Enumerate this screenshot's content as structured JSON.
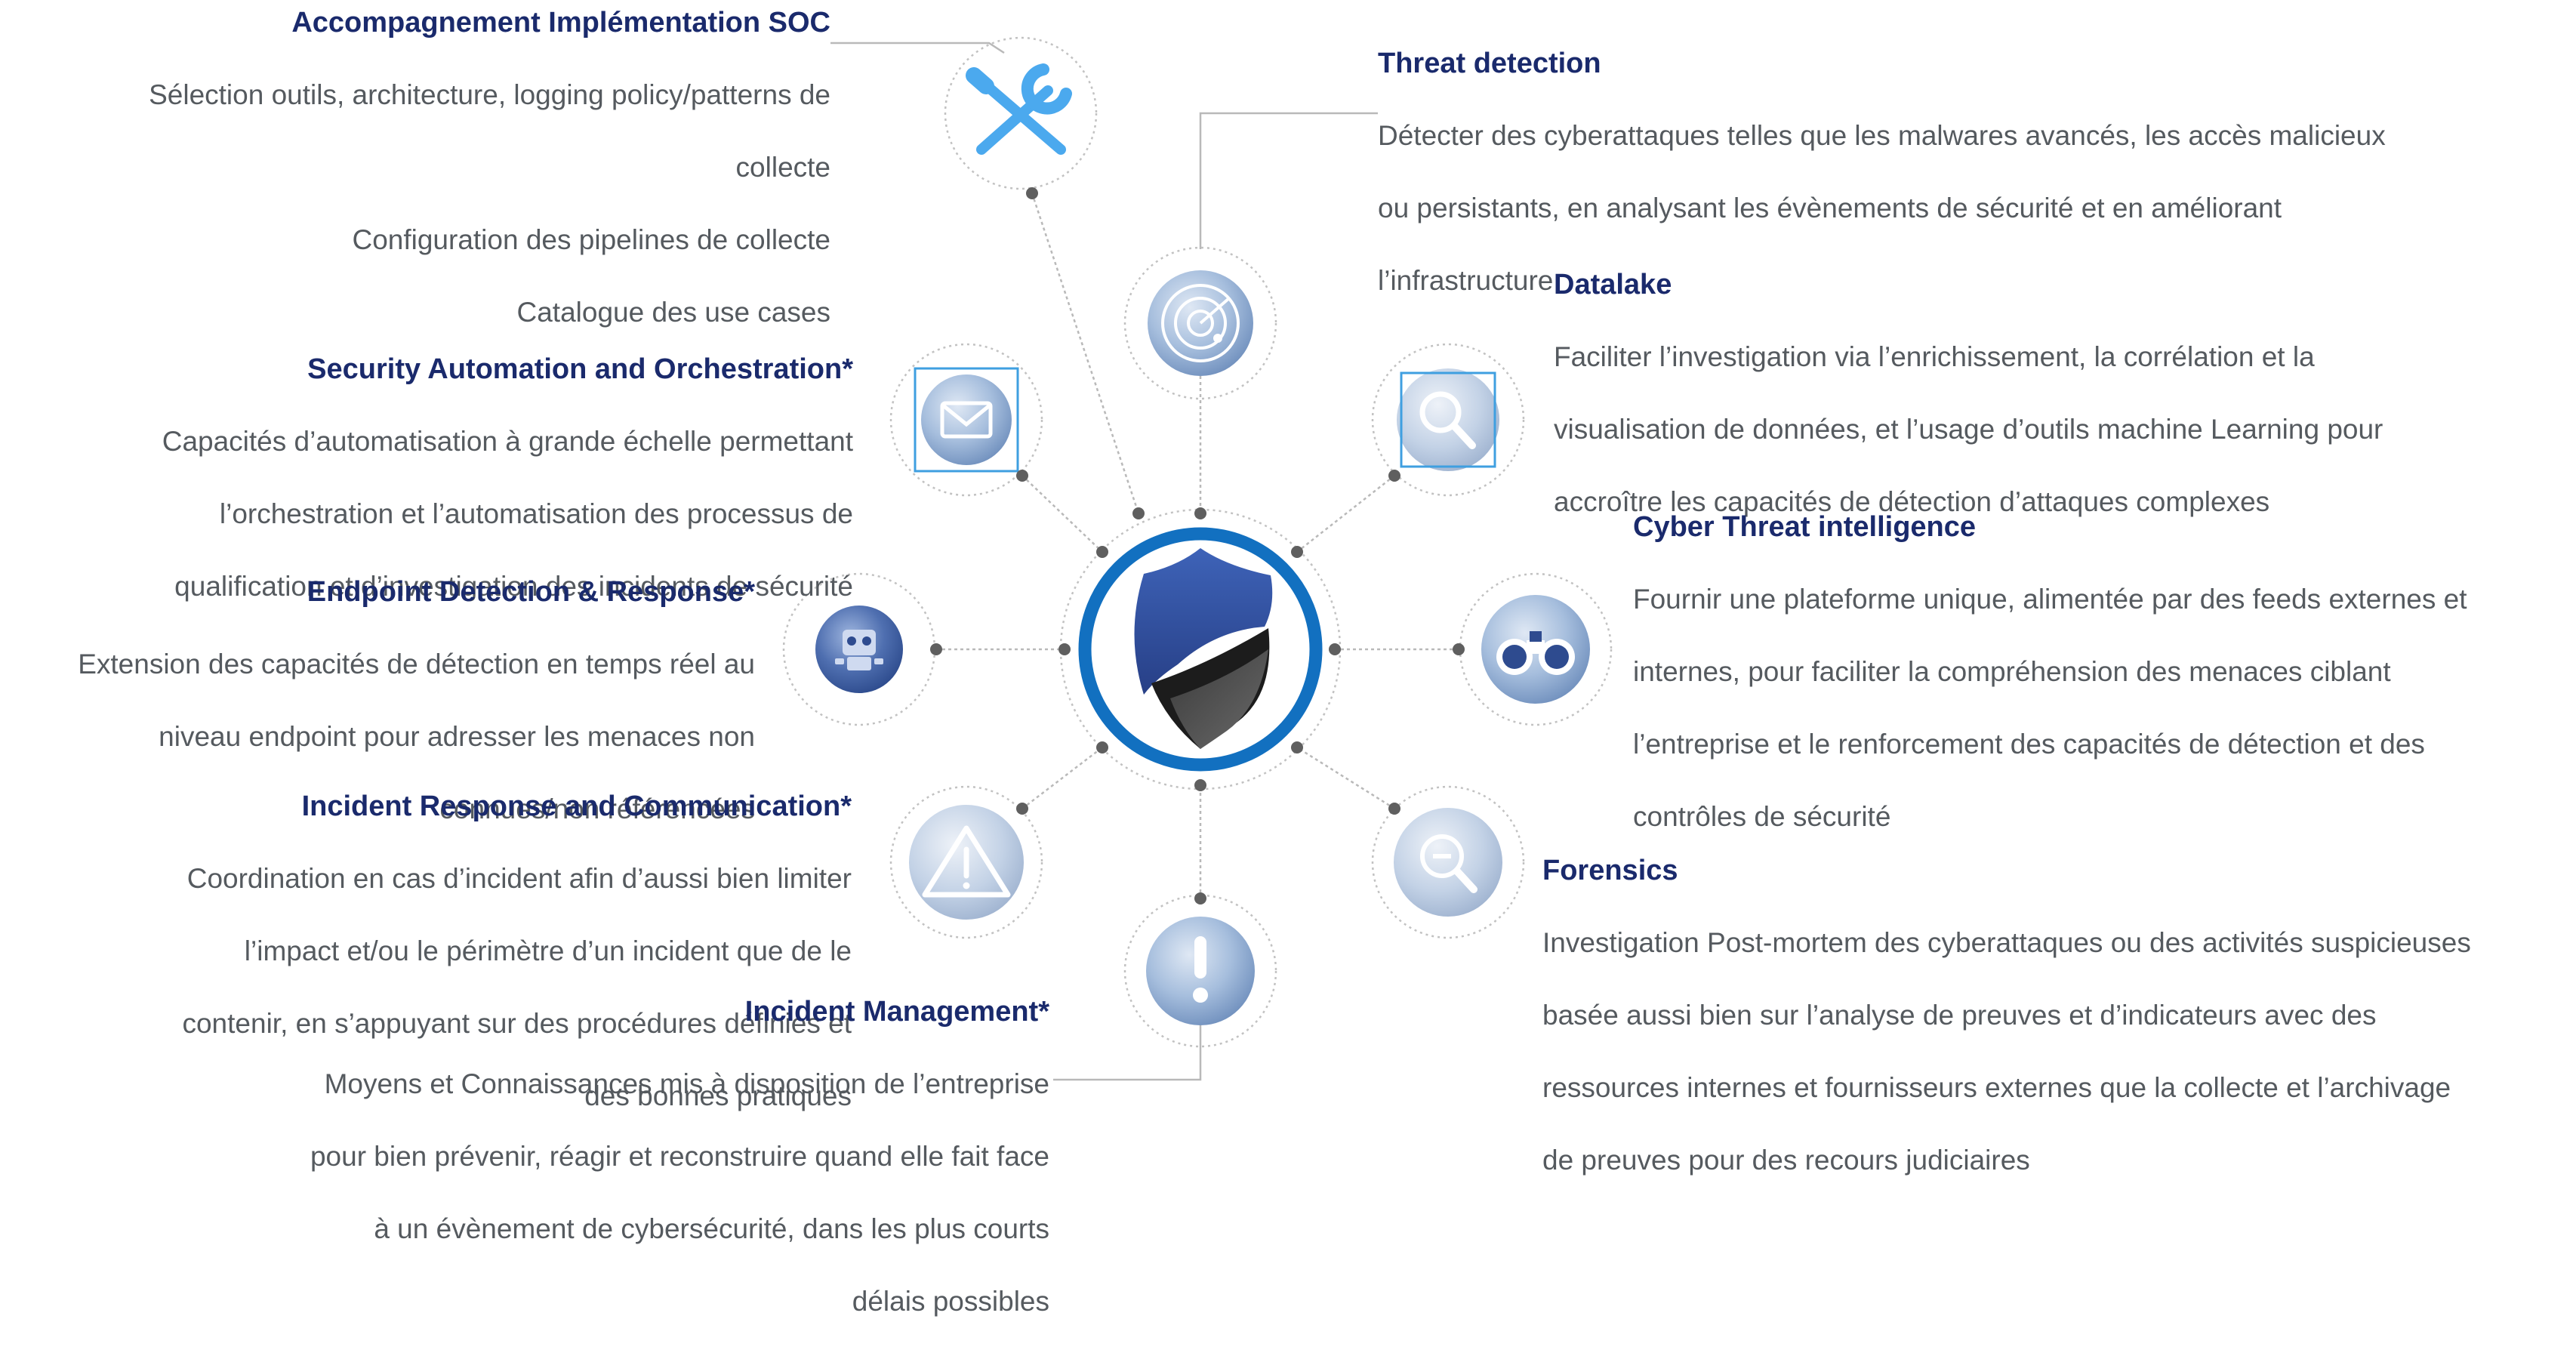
{
  "colors": {
    "title": "#1a2a6c",
    "body_text": "#555a5f",
    "connector": "#b9b9b9",
    "node_dot": "#5f5f5f",
    "ring_blue": "#1270c0",
    "icon_fill": "#93b0d6",
    "icon_dark": "#2e4b8f",
    "light_blue_icon": "#4ba9ee",
    "selection_box": "#3f9fe0"
  },
  "center": {
    "icon": "shield-icon"
  },
  "items": [
    {
      "key": "soc",
      "title": "Accompagnement Implémentation SOC",
      "lines": [
        "Sélection outils, architecture, logging policy/patterns de",
        "collecte",
        "Configuration des pipelines  de collecte",
        "Catalogue des use cases"
      ],
      "icon": "tools-icon"
    },
    {
      "key": "threat",
      "title": "Threat detection",
      "lines": [
        "Détecter des cyberattaques telles que les malwares avancés, les accès malicieux",
        "ou persistants, en analysant les évènements de sécurité et en améliorant",
        "l’infrastructure"
      ],
      "icon": "radar-icon"
    },
    {
      "key": "datalake",
      "title": "Datalake",
      "lines": [
        "Faciliter l’investigation  via l’enrichissement, la corrélation et la",
        "visualisation de données, et l’usage d’outils machine Learning pour",
        "accroître les capacités de détection d’attaques complexes"
      ],
      "icon": "magnifier-icon"
    },
    {
      "key": "soar",
      "title": "Security Automation and Orchestration*",
      "lines": [
        "Capacités d’automatisation à grande échelle permettant",
        "l’orchestration et l’automatisation des processus de",
        "qualification et d’investigation des incidents de sécurité"
      ],
      "icon": "envelope-icon"
    },
    {
      "key": "cti",
      "title": "Cyber Threat intelligence",
      "lines": [
        "Fournir une plateforme unique, alimentée par des feeds externes et",
        "internes, pour faciliter la compréhension des menaces ciblant",
        "l’entreprise et le renforcement des capacités de détection et des",
        "contrôles de sécurité"
      ],
      "icon": "binoculars-icon"
    },
    {
      "key": "edr",
      "title": "Endpoint Detection & Response*",
      "lines": [
        "Extension des capacités de détection en temps réel au",
        "niveau endpoint pour adresser les menaces non",
        "connues/non référencées"
      ],
      "icon": "robot-icon"
    },
    {
      "key": "irc",
      "title": "Incident Response and Communication*",
      "lines": [
        "Coordination  en cas d’incident afin d’aussi bien limiter",
        "l’impact et/ou le périmètre d’un incident que de le",
        "contenir, en s’appuyant sur des procédures définies et",
        "des bonnes pratiques"
      ],
      "icon": "warning-icon"
    },
    {
      "key": "forensics",
      "title": "Forensics",
      "lines": [
        "Investigation Post-mortem des cyberattaques ou des activités suspicieuses",
        "basée aussi bien sur l’analyse de preuves et d’indicateurs avec des",
        "ressources internes et fournisseurs externes que la collecte et l’archivage",
        "de preuves pour des recours judiciaires"
      ],
      "icon": "zoom-out-icon"
    },
    {
      "key": "im",
      "title": "Incident Management*",
      "lines": [
        "Moyens et Connaissances mis à disposition de l’entreprise",
        "pour bien prévenir, réagir et reconstruire quand elle fait face",
        "à un évènement de cybersécurité, dans les plus courts",
        "délais possibles"
      ],
      "icon": "exclamation-icon"
    }
  ]
}
